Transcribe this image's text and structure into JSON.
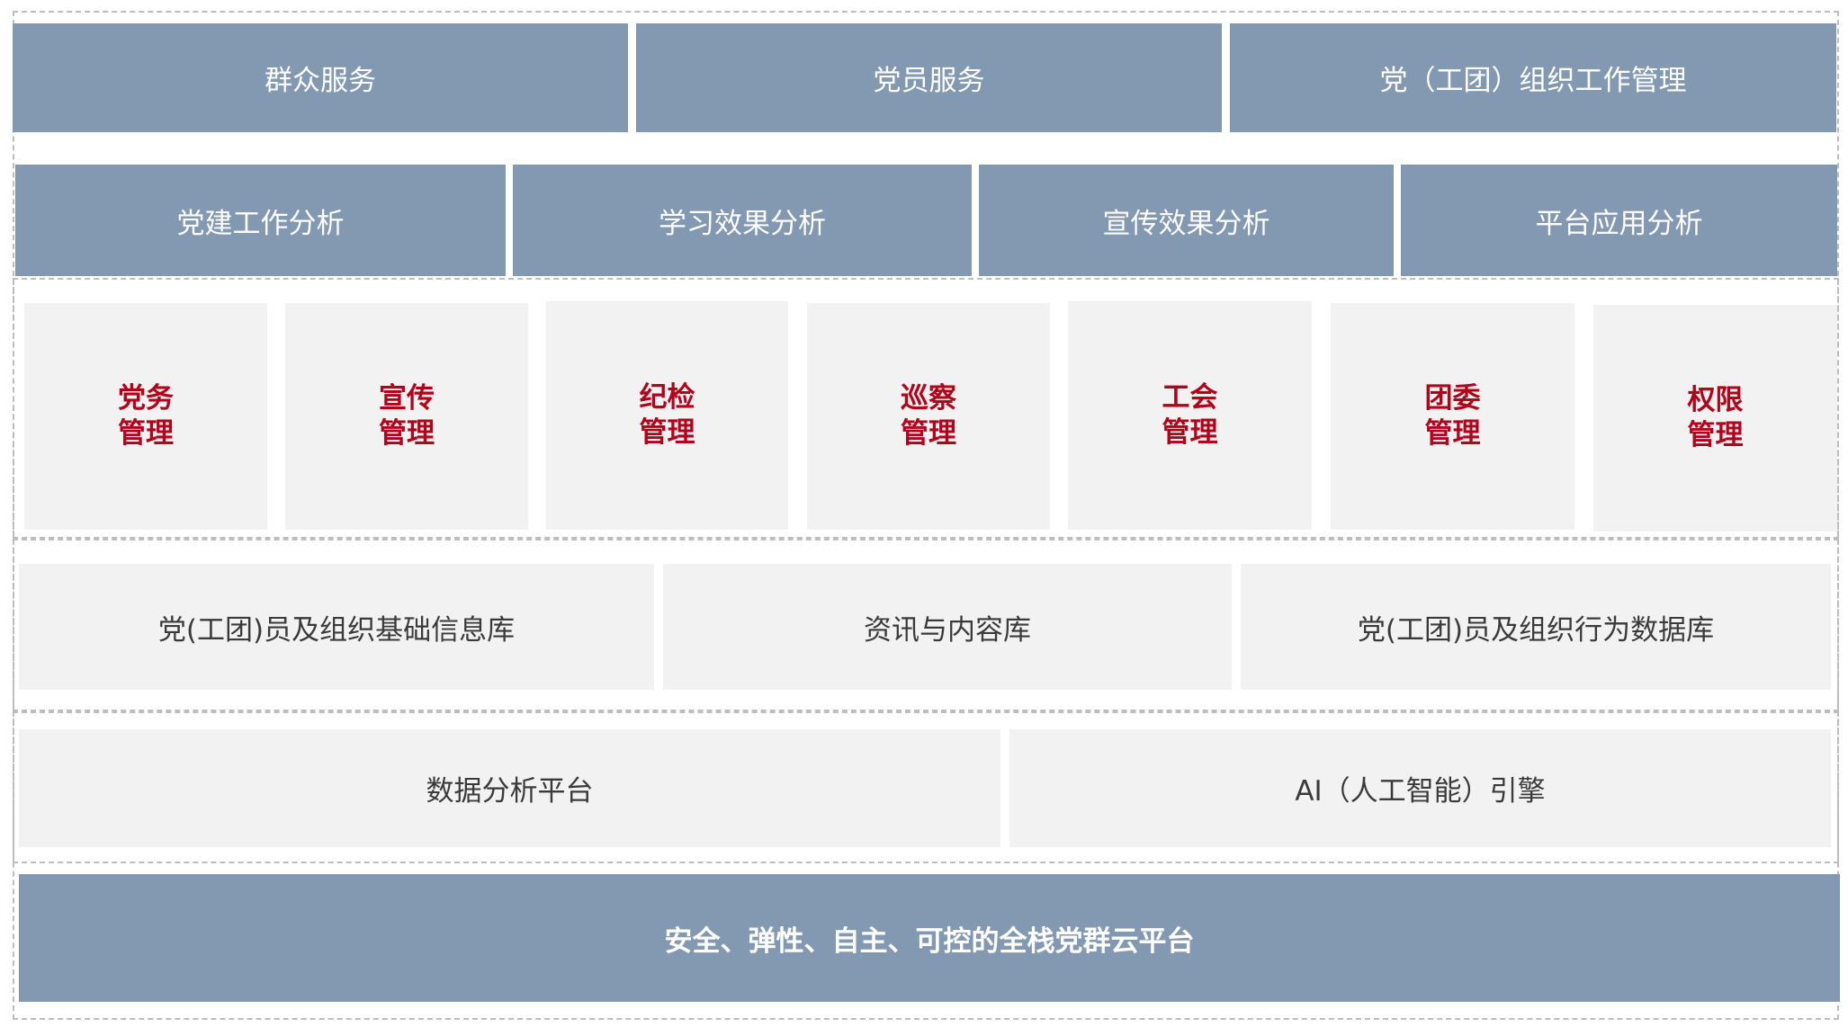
{
  "layers": {
    "services": [
      "群众服务",
      "党员服务",
      "党（工团）组织工作管理"
    ],
    "analysis": [
      "党建工作分析",
      "学习效果分析",
      "宣传效果分析",
      "平台应用分析"
    ],
    "modules": [
      {
        "line1": "党务",
        "line2": "管理"
      },
      {
        "line1": "宣传",
        "line2": "管理"
      },
      {
        "line1": "纪检",
        "line2": "管理"
      },
      {
        "line1": "巡察",
        "line2": "管理"
      },
      {
        "line1": "工会",
        "line2": "管理"
      },
      {
        "line1": "团委",
        "line2": "管理"
      },
      {
        "line1": "权限",
        "line2": "管理"
      }
    ],
    "databases": [
      "党(工团)员及组织基础信息库",
      "资讯与内容库",
      "党(工团)员及组织行为数据库"
    ],
    "engines": [
      "数据分析平台",
      "AI（人工智能）引擎"
    ],
    "base": "安全、弹性、自主、可控的全栈党群云平台"
  },
  "colors": {
    "header_fill": "#8398b1",
    "panel_fill": "#f2f2f2",
    "module_text": "#b3001b",
    "dashed_border": "#bdbdbd"
  }
}
